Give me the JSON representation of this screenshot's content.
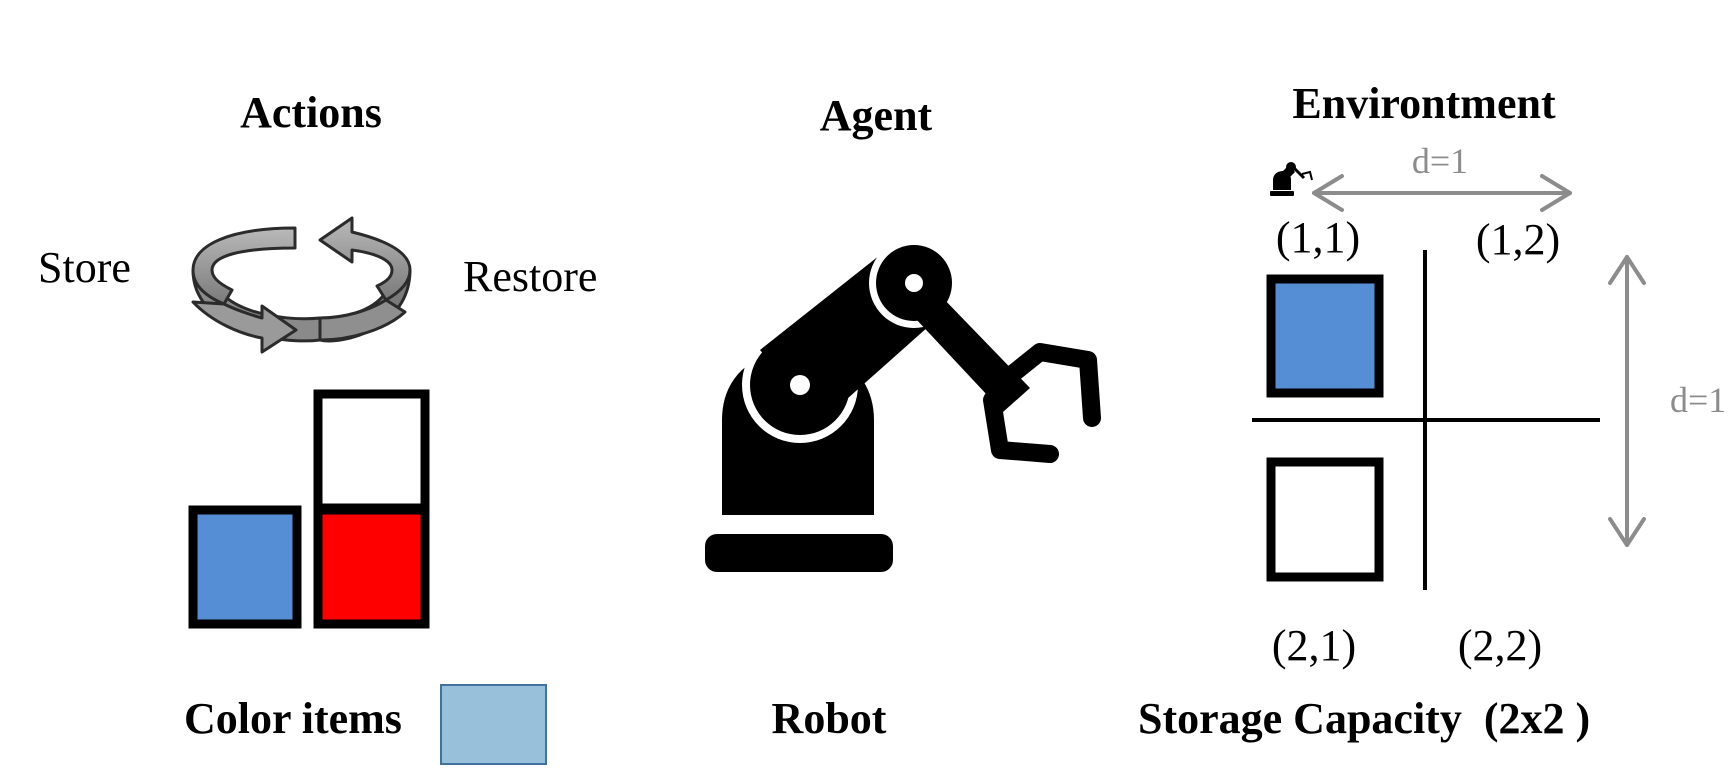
{
  "colors": {
    "blue": "#558ed5",
    "red": "#ff0000",
    "light_blue": "#99c0db",
    "light_blue_border": "#41719c",
    "gray": "#8c8c8c",
    "arrow_gray": "#8c8c8c",
    "arrow_dark": "#2b2b2b",
    "black": "#000000"
  },
  "actions": {
    "title": "Actions",
    "store_label": "Store",
    "restore_label": "Restore",
    "footer_label": "Color items",
    "icons": [
      "cycle-arrows-icon"
    ]
  },
  "agent": {
    "title": "Agent",
    "footer_label": "Robot",
    "icons": [
      "robot-arm-icon"
    ]
  },
  "environment": {
    "title": "Environtment",
    "distance_horizontal": "d=1",
    "distance_vertical": "d=1",
    "cells": {
      "c11": "(1,1)",
      "c12": "(1,2)",
      "c21": "(2,1)",
      "c22": "(2,2)"
    },
    "footer_label": "Storage Capacity  (2x2 )",
    "icons": [
      "small-robot-icon"
    ]
  }
}
